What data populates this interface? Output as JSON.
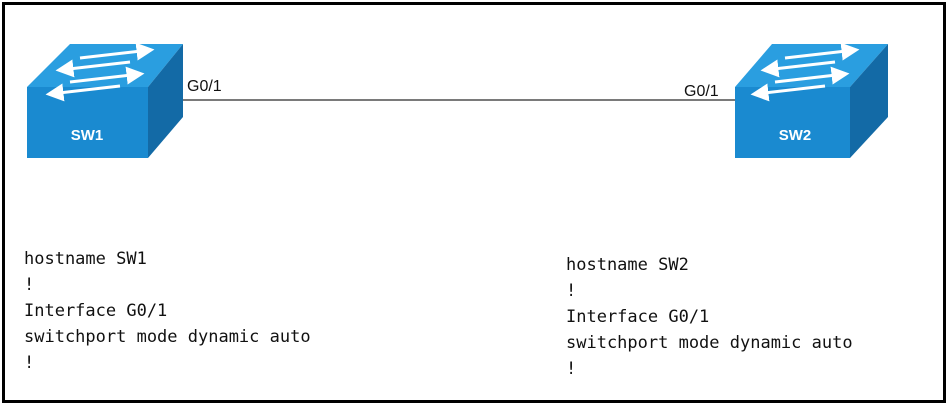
{
  "colors": {
    "switch_front": "#1a8ad0",
    "switch_top": "#2a9ee0",
    "switch_side": "#136aa6",
    "arrow": "#ffffff",
    "link": "#7a7a7a",
    "border": "#000000"
  },
  "devices": [
    {
      "name": "SW1",
      "port": "G0/1",
      "icon": "switch-icon",
      "config": [
        "hostname SW1",
        "!",
        "Interface G0/1",
        "switchport mode dynamic auto",
        "!"
      ]
    },
    {
      "name": "SW2",
      "port": "G0/1",
      "icon": "switch-icon",
      "config": [
        "hostname SW2",
        "!",
        "Interface G0/1",
        "switchport mode dynamic auto",
        "!"
      ]
    }
  ],
  "links": [
    {
      "from": "SW1",
      "from_port": "G0/1",
      "to": "SW2",
      "to_port": "G0/1"
    }
  ]
}
